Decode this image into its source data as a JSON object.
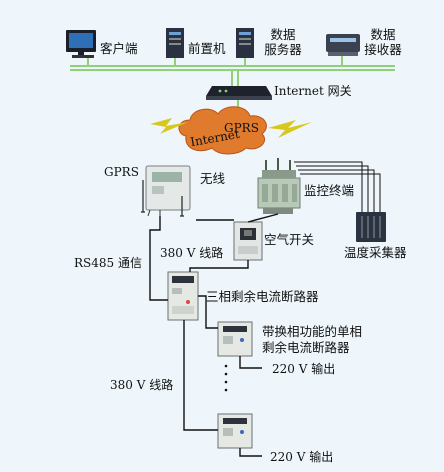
{
  "nodes": {
    "client": "客户端",
    "front_server": "前置机",
    "data_server_l1": "数据",
    "data_server_l2": "服务器",
    "receiver_l1": "数据",
    "receiver_l2": "接收器",
    "gateway": "Internet 网关",
    "cloud_internet": "Internet",
    "cloud_gprs": "GPRS",
    "gprs_meter": "GPRS",
    "wireless": "无线",
    "monitor_terminal": "监控终端",
    "air_switch": "空气开关",
    "temp_collector": "温度采集器",
    "rs485": "RS485 通信",
    "line_top": "380 V 线路",
    "three_phase_breaker": "三相剩余电流断路器",
    "single_breaker_l1": "带换相功能的单相",
    "single_breaker_l2": "剩余电流断路器",
    "output_1": "220 V 输出",
    "line_bottom": "380 V 线路",
    "output_2": "220 V 输出"
  },
  "colors": {
    "background": "#eef6fb",
    "bus_line": "#8fd17a",
    "wire": "#111111",
    "cloud": "#e07a2c",
    "device_light": "#e8ecea",
    "device_dark": "#2c3340"
  }
}
